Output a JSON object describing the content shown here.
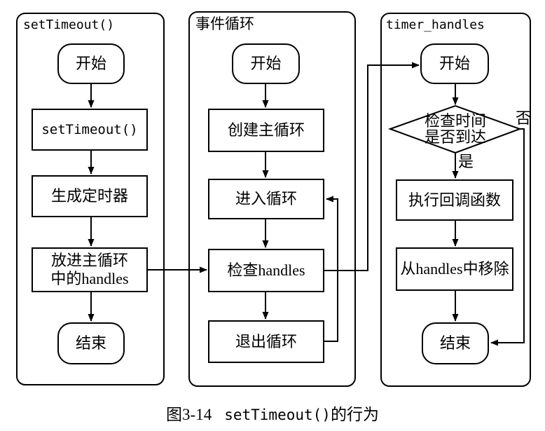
{
  "colors": {
    "line": "#000000",
    "background": "#ffffff",
    "text": "#000000"
  },
  "caption": {
    "fig_no": "图3-14",
    "code": "setTimeout()",
    "suffix": "的行为"
  },
  "panels": [
    {
      "title": "setTimeout()",
      "nodes": {
        "start": "开始",
        "call": "setTimeout()",
        "gen": "生成定时器",
        "put_line1": "放进主循环",
        "put_line2": "中的handles",
        "end": "结束"
      }
    },
    {
      "title": "事件循环",
      "nodes": {
        "start": "开始",
        "create": "创建主循环",
        "enter": "进入循环",
        "check": "检查handles",
        "exit": "退出循环"
      }
    },
    {
      "title": "timer_handles",
      "nodes": {
        "start": "开始",
        "cond_line1": "检查时间",
        "cond_line2": "是否到达",
        "exec": "执行回调函数",
        "remove": "从handles中移除",
        "end": "结束"
      },
      "edge_labels": {
        "no": "否",
        "yes": "是"
      }
    }
  ]
}
